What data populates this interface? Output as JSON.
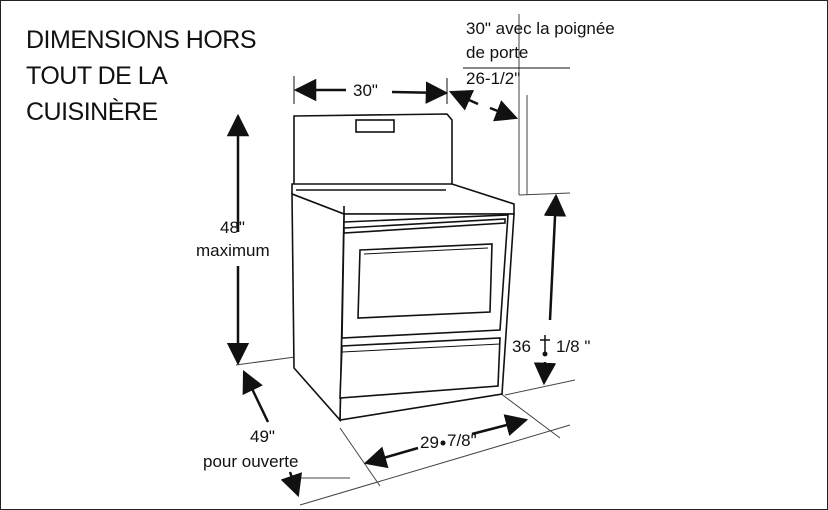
{
  "title_lines": [
    "DIMENSIONS HORS",
    "TOUT DE LA",
    "CUISINÈRE"
  ],
  "dimensions": {
    "width": "30\"",
    "depth": "26-1/2\"",
    "depth_with_handle_line1": "30\" avec la poignée",
    "depth_with_handle_line2": "de porte",
    "height_value": "48\"",
    "height_note": "maximum",
    "counter_height_value": "36",
    "counter_height_tolerance": "1/8 \"",
    "open_door_value": "49\"",
    "open_door_note": "pour ouverte",
    "cabinet_width": "29",
    "cabinet_width_fraction": "7/8\""
  },
  "colors": {
    "line": "#1a1a1a",
    "fill": "#ffffff"
  }
}
